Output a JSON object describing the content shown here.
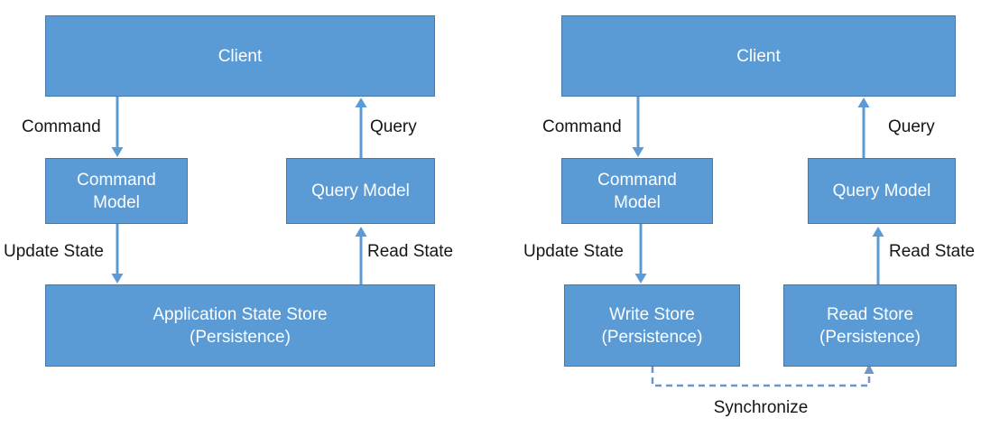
{
  "colors": {
    "box_fill": "#5B9BD5",
    "box_border": "#4678AC",
    "arrow": "#5B9BD5",
    "dashed_connector": "#6E95C5",
    "box_text": "#FDFEFF",
    "label_text": "#161616",
    "background": "#FFFFFF"
  },
  "left": {
    "client": "Client",
    "command_arrow_label": "Command",
    "query_arrow_label": "Query",
    "command_model_line1": "Command",
    "command_model_line2": "Model",
    "query_model": "Query Model",
    "update_state_label": "Update State",
    "read_state_label": "Read State",
    "store_line1": "Application State Store",
    "store_line2": "(Persistence)"
  },
  "right": {
    "client": "Client",
    "command_arrow_label": "Command",
    "query_arrow_label": "Query",
    "command_model_line1": "Command",
    "command_model_line2": "Model",
    "query_model": "Query Model",
    "update_state_label": "Update State",
    "read_state_label": "Read State",
    "write_store_line1": "Write Store",
    "write_store_line2": "(Persistence)",
    "read_store_line1": "Read Store",
    "read_store_line2": "(Persistence)",
    "synchronize_label": "Synchronize"
  }
}
